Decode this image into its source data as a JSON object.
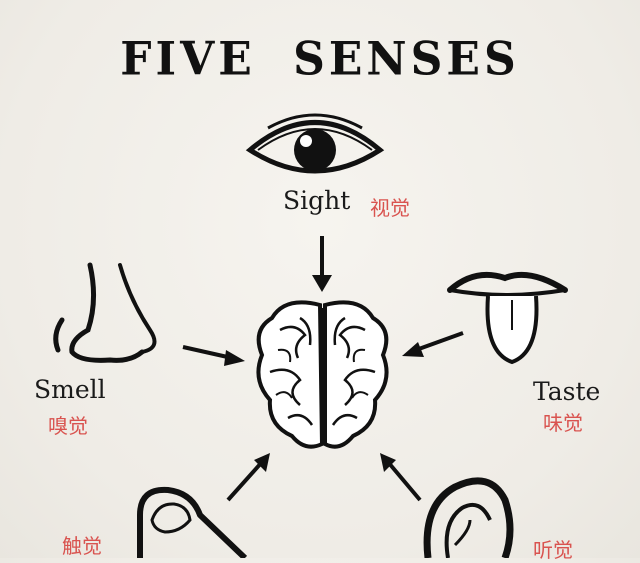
{
  "title": "FIVE SENSES",
  "senses": {
    "sight": {
      "en": "Sight",
      "zh": "视觉"
    },
    "smell": {
      "en": "Smell",
      "zh": "嗅觉"
    },
    "taste": {
      "en": "Taste",
      "zh": "味觉"
    },
    "touch": {
      "en": "",
      "zh": "触觉"
    },
    "hearing": {
      "en": "",
      "zh": "听觉"
    }
  },
  "colors": {
    "ink": "#111111",
    "label_zh": "#d9534f",
    "background": "#f3f1ec"
  },
  "icons": [
    "eye-icon",
    "nose-icon",
    "tongue-icon",
    "finger-icon",
    "ear-icon",
    "brain-icon"
  ]
}
